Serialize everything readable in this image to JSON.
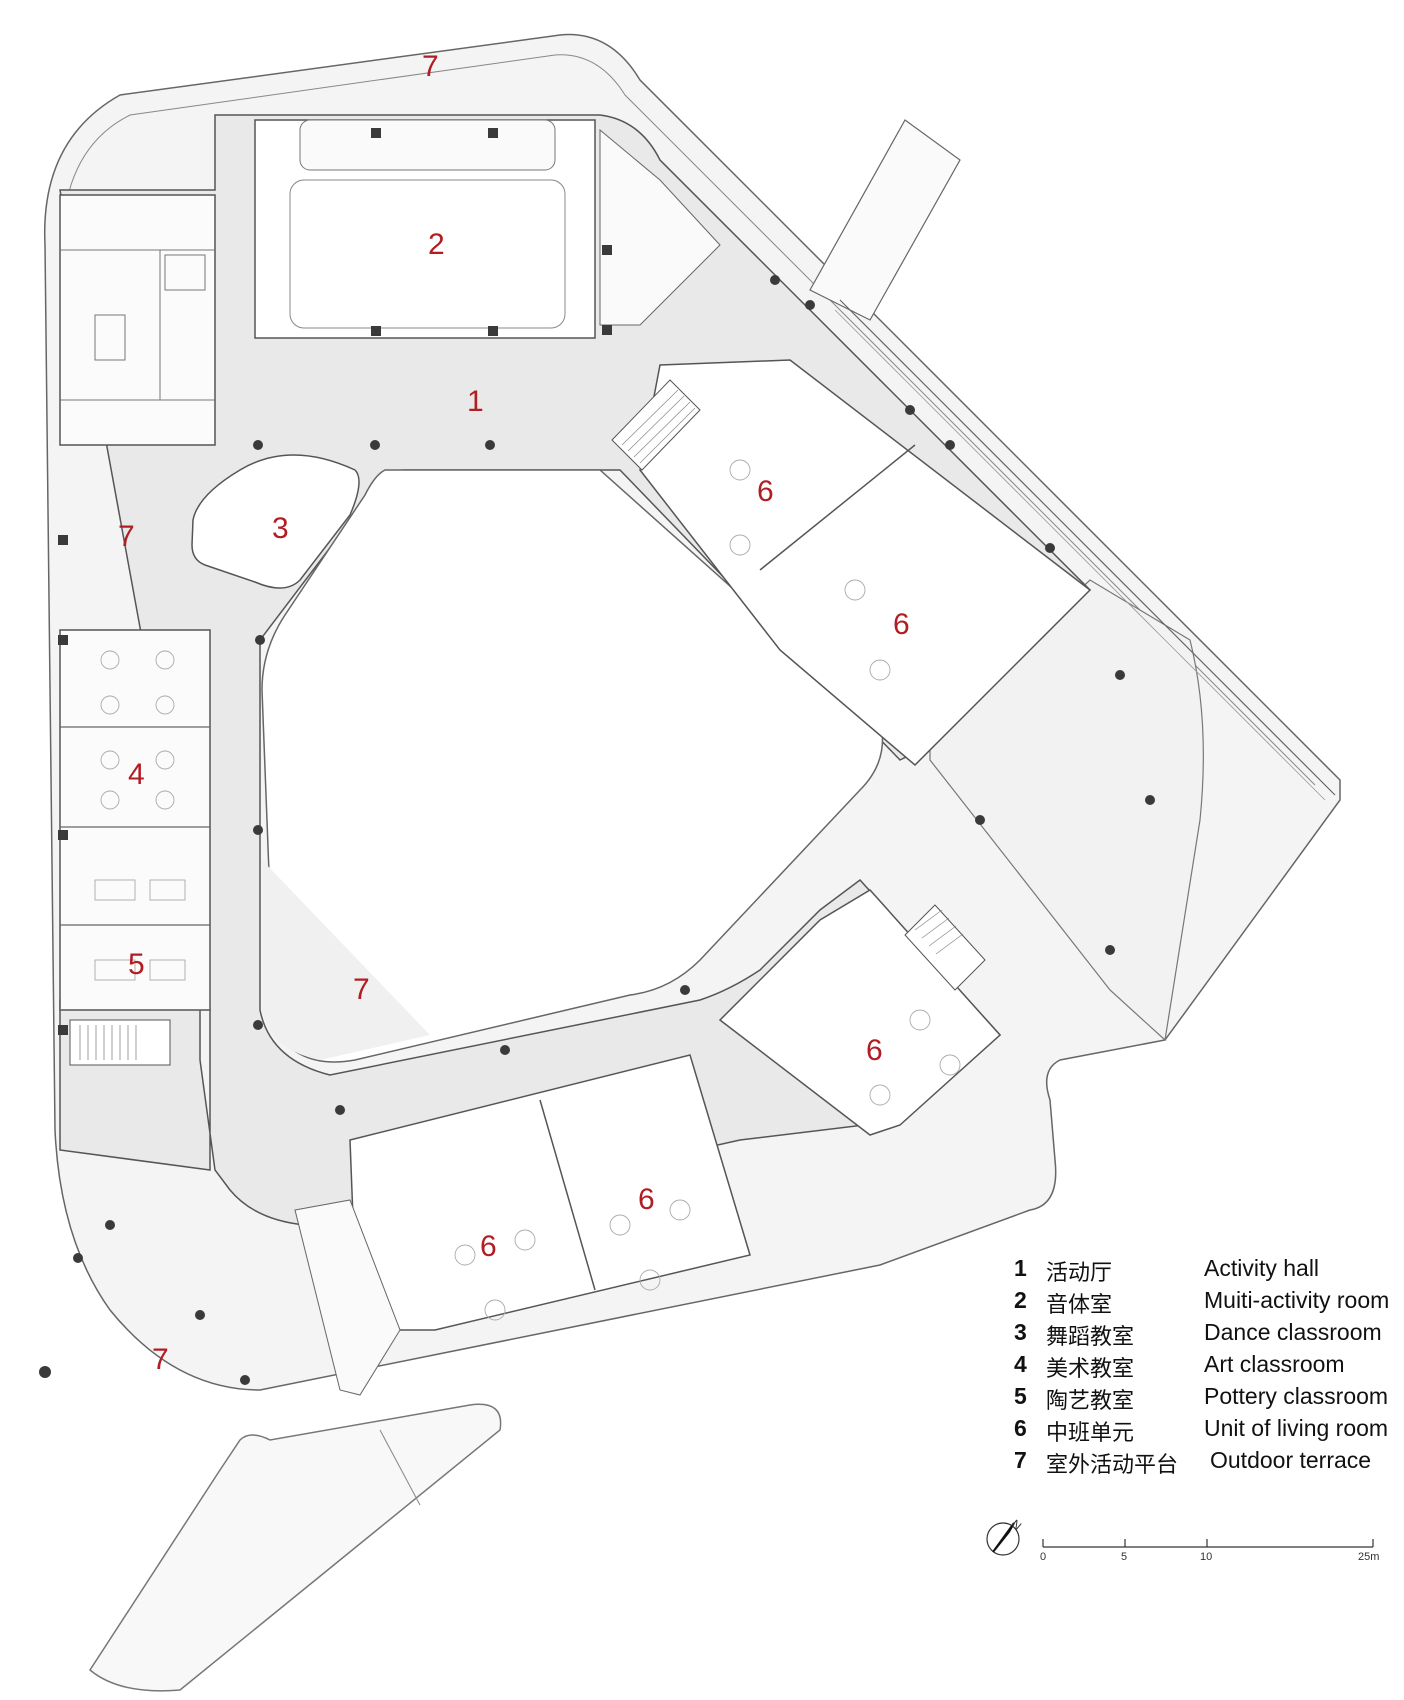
{
  "room_labels": [
    "1",
    "2",
    "3",
    "4",
    "5",
    "6",
    "7"
  ],
  "legend": [
    {
      "num": "1",
      "zh": "活动厅",
      "en": "Activity hall"
    },
    {
      "num": "2",
      "zh": "音体室",
      "en": "Muiti-activity room"
    },
    {
      "num": "3",
      "zh": "舞蹈教室",
      "en": "Dance classroom"
    },
    {
      "num": "4",
      "zh": "美术教室",
      "en": "Art classroom"
    },
    {
      "num": "5",
      "zh": "陶艺教室",
      "en": "Pottery classroom"
    },
    {
      "num": "6",
      "zh": "中班单元",
      "en": "Unit of living room"
    },
    {
      "num": "7",
      "zh": "室外活动平台",
      "en": "Outdoor terrace"
    }
  ],
  "north_label": "N",
  "scale_bar": {
    "ticks": [
      "0",
      "5",
      "10",
      "25m"
    ]
  },
  "colors": {
    "label": "#b01e24",
    "line": "#555555",
    "floor": "#ebebeb",
    "terrace": "#f3f3f3",
    "column": "#3a3a3a"
  }
}
